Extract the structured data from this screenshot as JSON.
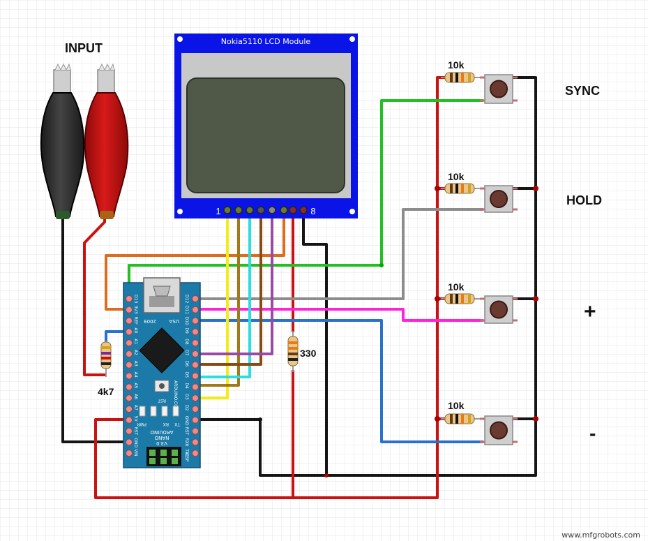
{
  "labels": {
    "input": "INPUT",
    "lcd_title": "Nokia5110  LCD  Module",
    "lcd_pin_first": "1",
    "lcd_pin_last": "8",
    "sync": "SYNC",
    "hold": "HOLD",
    "plus": "+",
    "minus": "-",
    "r_10k_1": "10k",
    "r_10k_2": "10k",
    "r_10k_3": "10k",
    "r_10k_4": "10k",
    "r_4k7": "4k7",
    "r_330": "330",
    "watermark": "www.mfgrobots.com"
  },
  "arduino": {
    "board_line1": "ARDUINO",
    "board_line2": "NANO",
    "board_line3": "V3.0",
    "usa": "USA",
    "year": "2009",
    "rst": "RST",
    "pwr": "PWR",
    "rx": "RX",
    "tx": "TX",
    "icsp": "ICSP",
    "brand_side": "ARDUINO.CC",
    "left_pins": [
      "D13",
      "3V3",
      "REF",
      "A0",
      "A1",
      "A2",
      "A3",
      "A4",
      "A5",
      "A6",
      "A7",
      "5V",
      "RST",
      "GND",
      "VIN"
    ],
    "right_pins": [
      "D12",
      "D11",
      "D10",
      "D9",
      "D8",
      "D7",
      "D6",
      "D5",
      "D4",
      "D3",
      "D2",
      "GND",
      "RST",
      "RX0",
      "TX1"
    ]
  },
  "colors": {
    "grid": "#e4e4e4",
    "lcd_blue": "#0a14e6",
    "nano_blue": "#1b7aa8",
    "wire_red": "#cc1111",
    "wire_black": "#151515",
    "wire_green": "#22c022",
    "wire_gray": "#8c8c8c",
    "wire_magenta": "#ff22dd",
    "wire_blue": "#2a72c8",
    "wire_orange": "#dd6d1e",
    "wire_yellow": "#f4ec14",
    "wire_brown": "#8a4a14",
    "wire_ocher": "#a07a18",
    "wire_cyan": "#28e0e0",
    "wire_purple": "#9a4aa4"
  }
}
